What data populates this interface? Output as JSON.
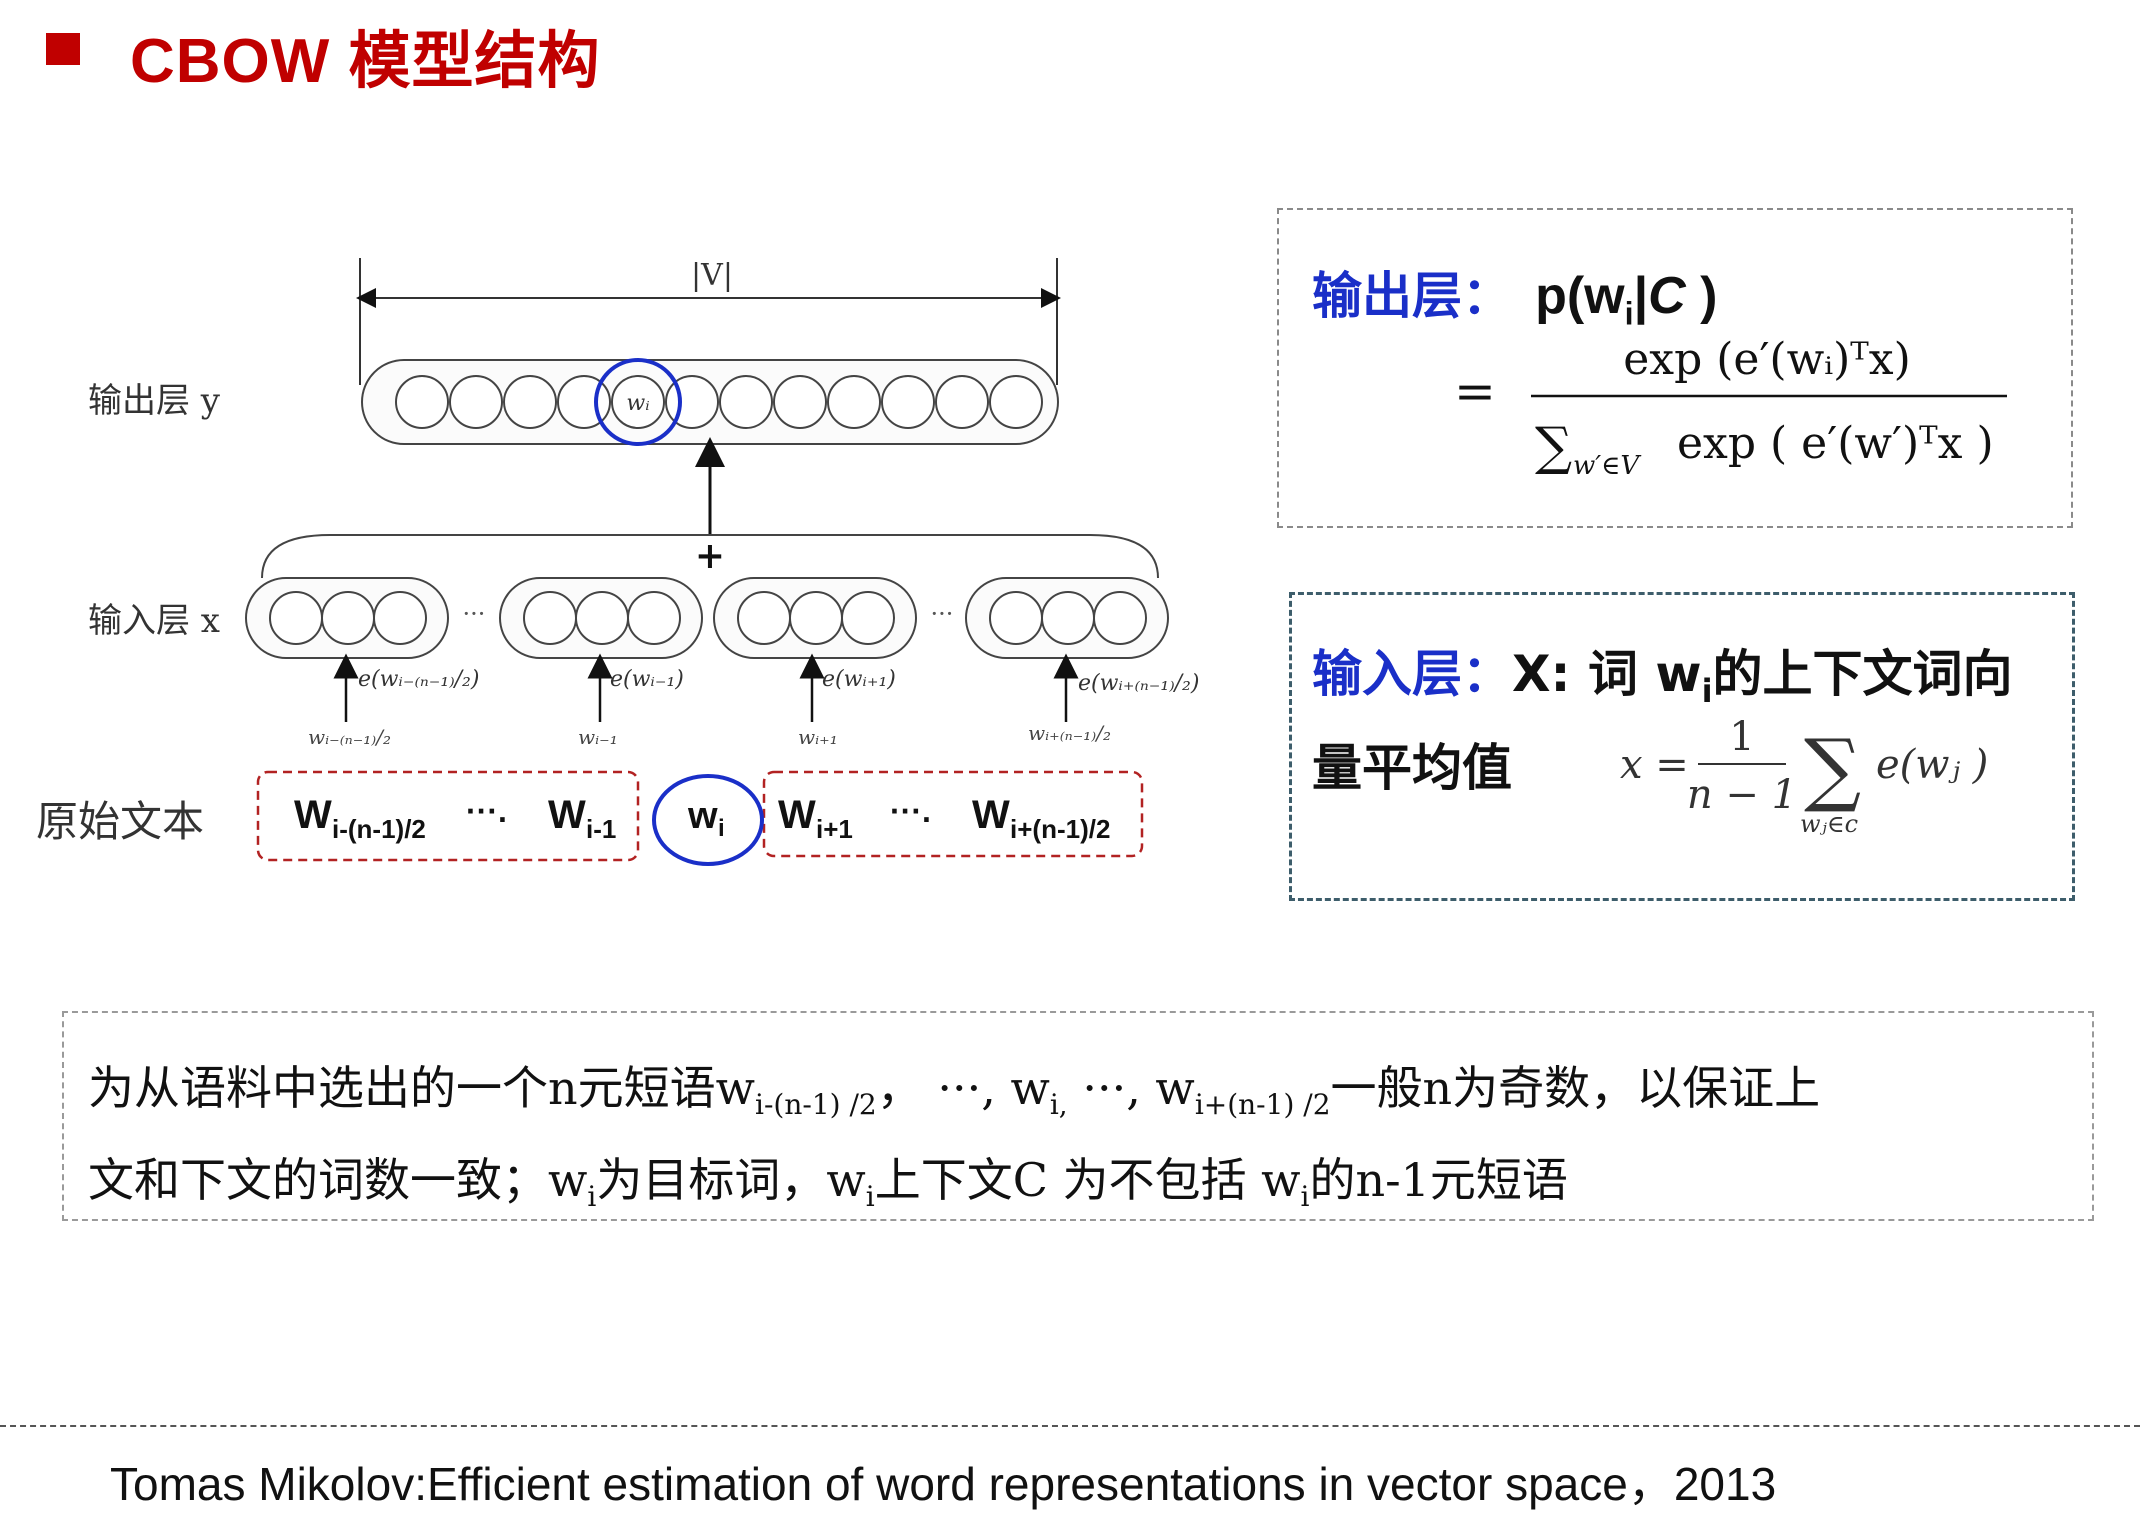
{
  "slide": {
    "title": "CBOW 模型结构",
    "footer": "Tomas Mikolov:Efficient estimation of word representations in vector space，2013"
  },
  "diagram": {
    "vocab_size_label": "|V|",
    "output_layer_label": "输出层 y",
    "target_node": "wᵢ",
    "plus_sign": "+",
    "input_layer_label": "输入层 x",
    "ellipsis": "···",
    "embeddings": [
      "e(wᵢ₋₍ₙ₋₁₎/₂)",
      "e(wᵢ₋₁)",
      "e(wᵢ₊₁)",
      "e(wᵢ₊₍ₙ₋₁₎/₂)"
    ],
    "context_words": [
      "wᵢ₋₍ₙ₋₁₎/₂",
      "wᵢ₋₁",
      "wᵢ₊₁",
      "wᵢ₊₍ₙ₋₁₎/₂"
    ],
    "raw_text_label": "原始文本",
    "raw_left": {
      "first": "W",
      "first_sub": "i-(n-1)/2",
      "dots": "···.",
      "last": "W",
      "last_sub": "i-1"
    },
    "raw_center": {
      "w": "w",
      "sub": "i"
    },
    "raw_right": {
      "first": "W",
      "first_sub": "i+1",
      "dots": "···.",
      "last": "W",
      "last_sub": "i+(n-1)/2"
    }
  },
  "output_box": {
    "label": "输出层：",
    "expr_prefix": "p(w",
    "expr_sub": "i",
    "expr_mid": "|",
    "expr_c": "C",
    "expr_close": " )",
    "eq": "=",
    "numerator": "exp (e′(wᵢ)ᵀx)",
    "denominator_sum": "∑",
    "denominator_sub": "w′∈V",
    "denominator_rest": "exp ( e′(w′)ᵀx )"
  },
  "input_box": {
    "label": "输入层：",
    "line1_a": "X:  词 w",
    "line1_sub": "i",
    "line1_b": "的上下文词向",
    "line2": "量平均值",
    "f_x": "x =",
    "f_num": "1",
    "f_den": "n − 1",
    "f_sum": "∑",
    "f_sum_sub": "wⱼ∈c",
    "f_term": "e(wⱼ )"
  },
  "note": {
    "l1_a": "为从语料中选出的一个n元短语w",
    "l1_s1": "i-(n-1) /2",
    "l1_b": "，  ···, w",
    "l1_s2": "i,",
    "l1_c": " ···, w",
    "l1_s3": "i+(n-1) /2",
    "l1_d": "一般n为奇数，以保证上",
    "l2_a": "文和下文的词数一致；w",
    "l2_s1": "i",
    "l2_b": "为目标词，w",
    "l2_s2": "i",
    "l2_c": "上下文C 为不包括 w",
    "l2_s3": "i",
    "l2_d": "的n-1元短语"
  }
}
